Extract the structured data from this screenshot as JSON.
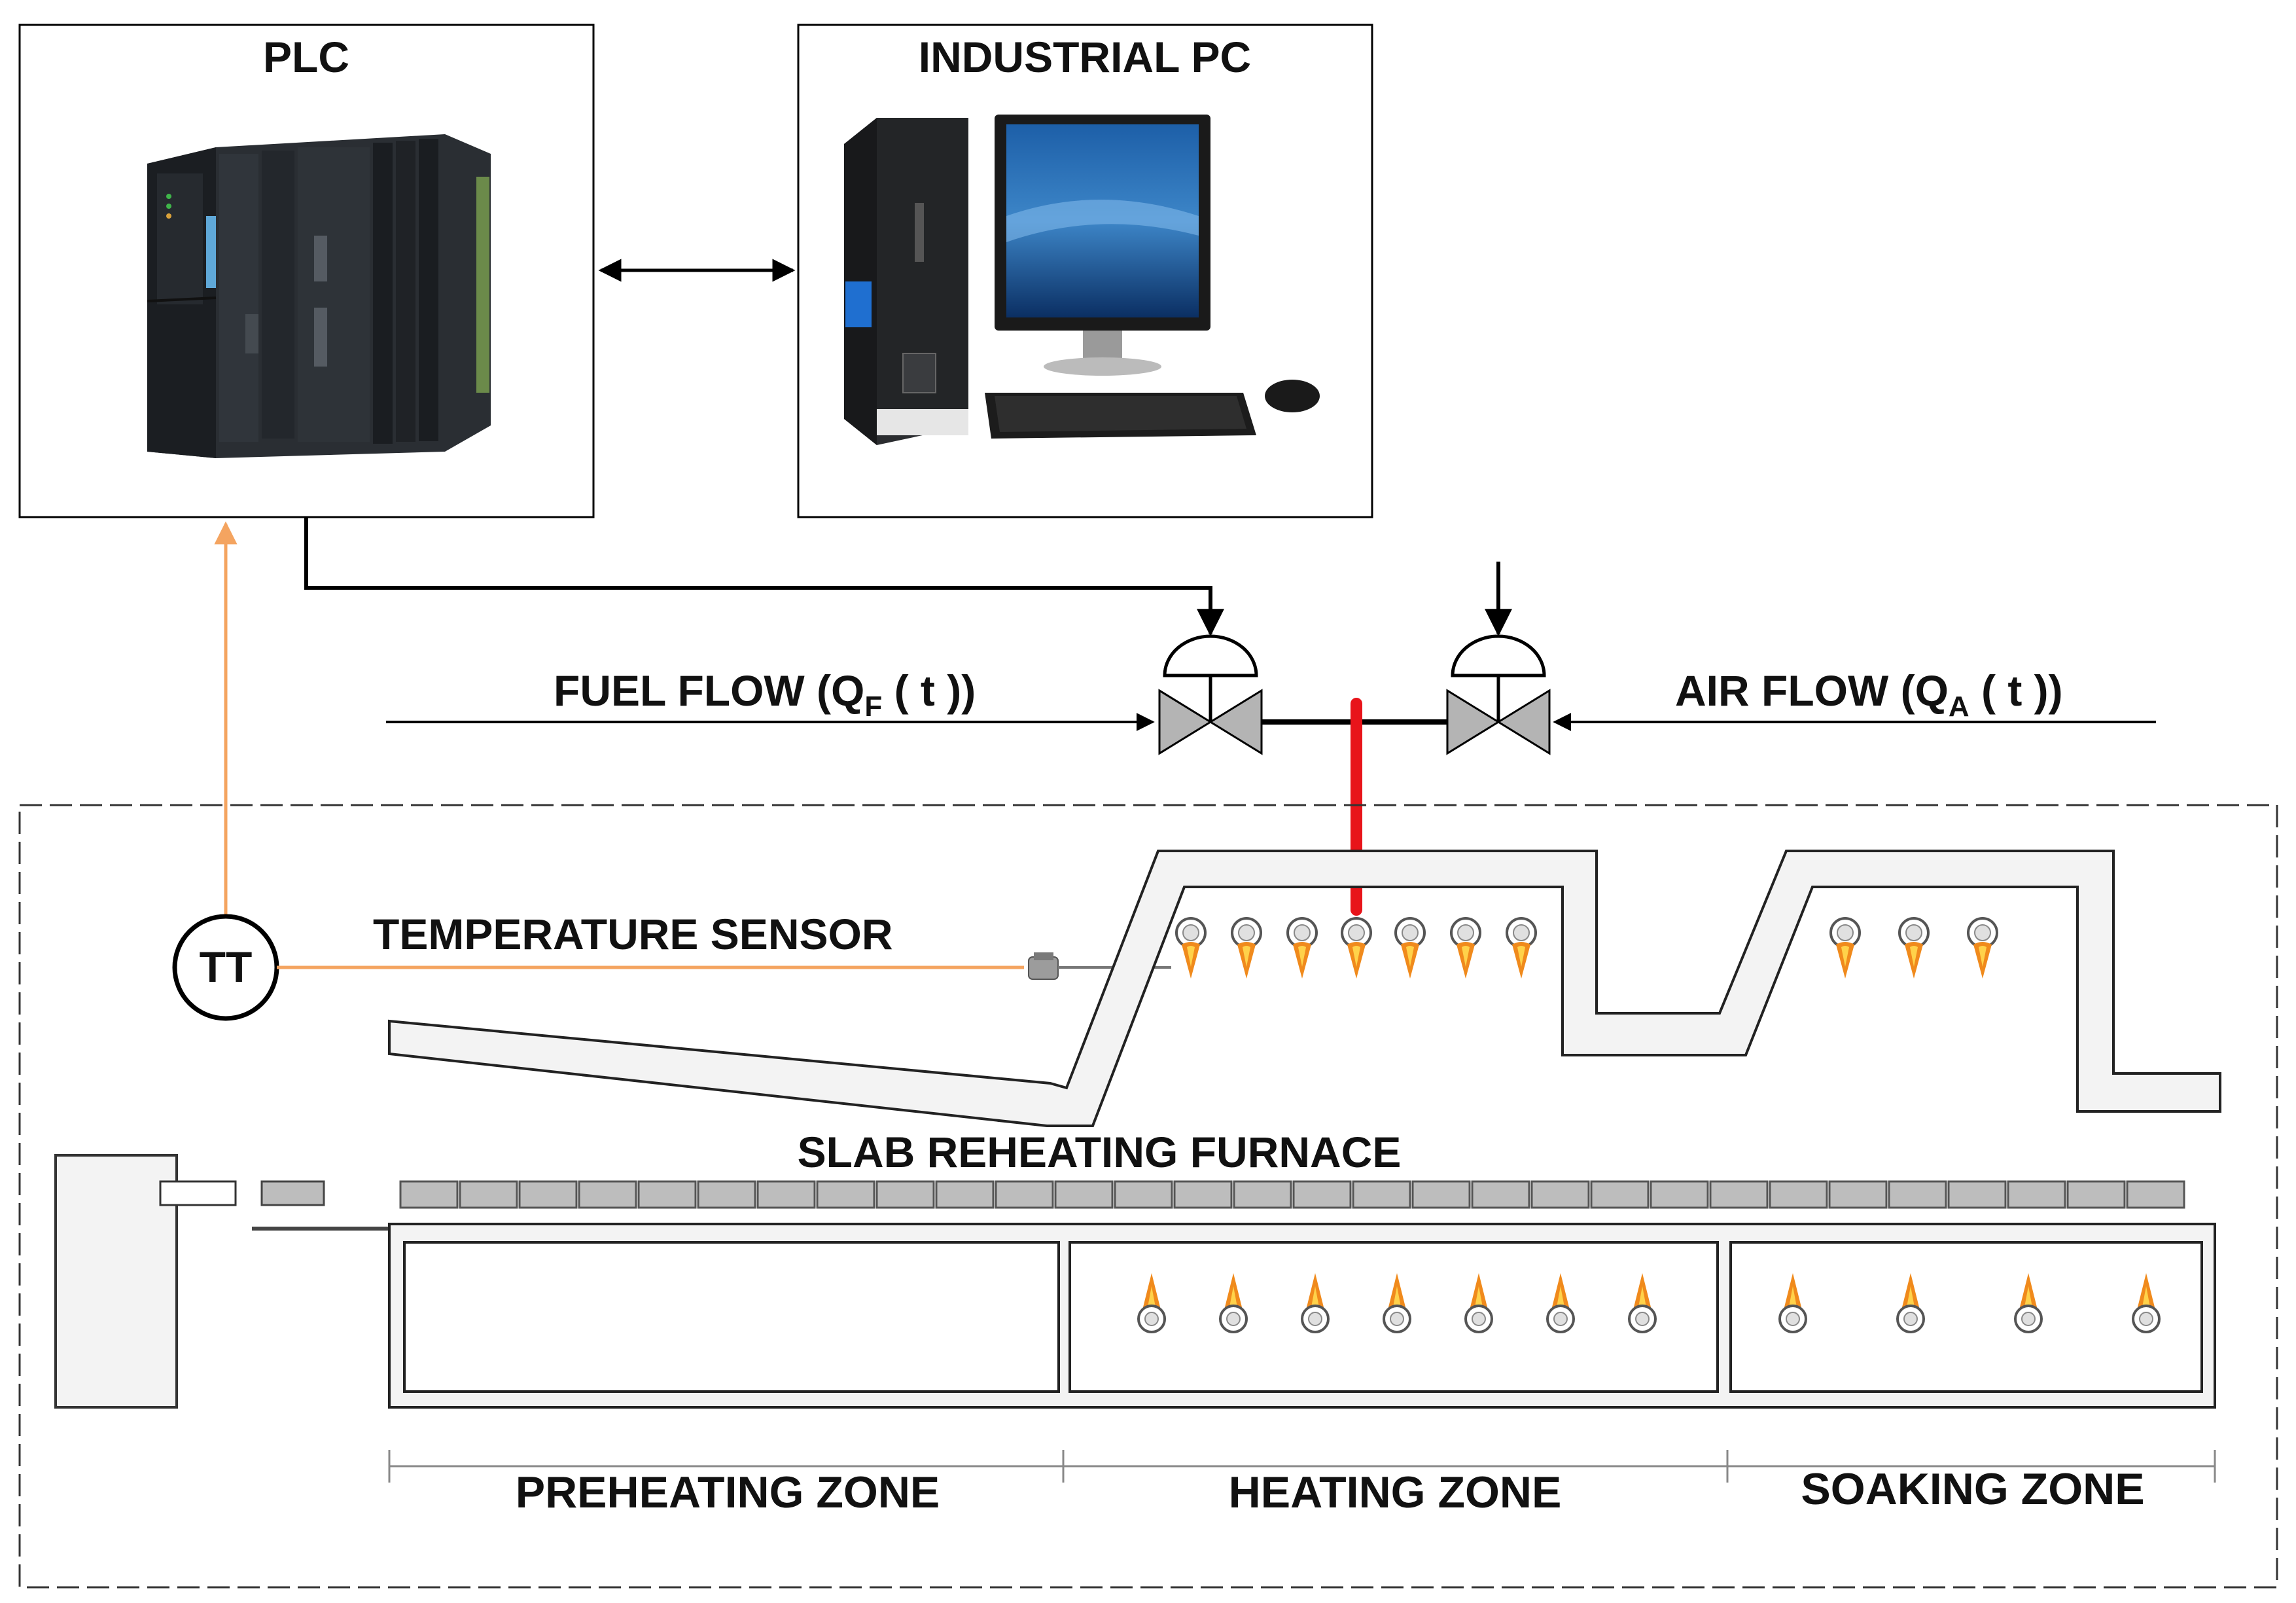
{
  "boxes": {
    "plc": {
      "title": "PLC",
      "image": "plc-hardware-image"
    },
    "industrial_pc": {
      "title": "INDUSTRIAL PC",
      "image": "desktop-computer-image"
    }
  },
  "flows": {
    "fuel": {
      "prefix": "FUEL FLOW (Q",
      "sub": "F",
      "suffix": " ( t ))"
    },
    "air": {
      "prefix": "AIR FLOW (Q",
      "sub": "A",
      "suffix": " ( t ))"
    }
  },
  "sensor": {
    "label": "TEMPERATURE SENSOR",
    "transmitter": "TT"
  },
  "furnace": {
    "title": "SLAB REHEATING FURNACE",
    "zones": [
      "PREHEATING ZONE",
      "HEATING ZONE",
      "SOAKING ZONE"
    ]
  },
  "colors": {
    "signal_line": "#f4a460",
    "heat_line": "#e8141a",
    "flame_outer": "#f08a1c",
    "flame_inner": "#ffd24a",
    "wall": "#f3f3f3",
    "slab": "#bdbdbd"
  }
}
